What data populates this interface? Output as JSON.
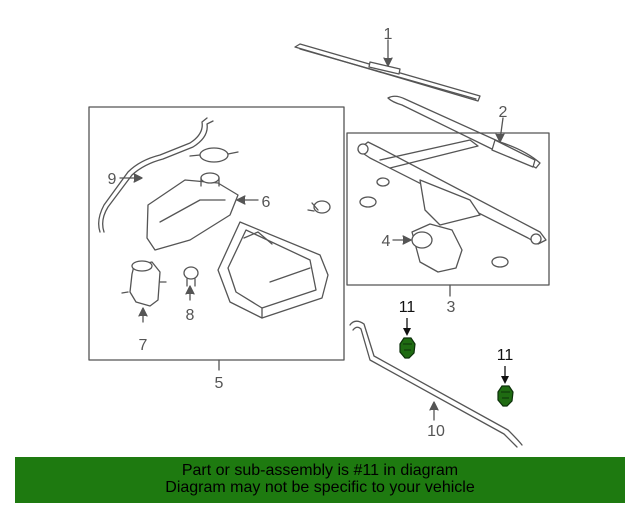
{
  "callouts": {
    "c1": "1",
    "c2": "2",
    "c3": "3",
    "c4": "4",
    "c5": "5",
    "c6": "6",
    "c7": "7",
    "c8": "8",
    "c9": "9",
    "c10": "10",
    "c11a": "11",
    "c11b": "11"
  },
  "banner": {
    "line1": "Part or sub-assembly is #11 in diagram",
    "line2": "Diagram may not be specific to your vehicle"
  },
  "colors": {
    "banner_bg": "#1e7a10",
    "highlight_part": "#1f6b12",
    "line": "#555555"
  },
  "icons": {
    "part_highlight": "nozzle-icon"
  }
}
